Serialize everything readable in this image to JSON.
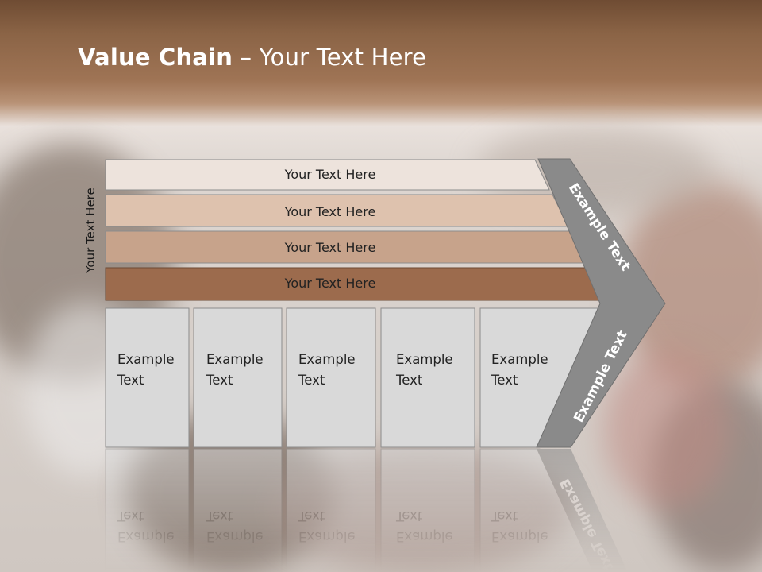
{
  "title": {
    "bold": "Value Chain",
    "rest": " – Your Text Here"
  },
  "side_label": "Your Text Here",
  "bands": [
    {
      "label": "Your Text Here",
      "fill": "#ede3dc"
    },
    {
      "label": "Your Text Here",
      "fill": "#dec2ae"
    },
    {
      "label": "Your Text Here",
      "fill": "#c7a38b"
    },
    {
      "label": "Your Text Here",
      "fill": "#9c6b4d"
    }
  ],
  "columns": [
    {
      "line1": "Example",
      "line2": "Text"
    },
    {
      "line1": "Example",
      "line2": "Text"
    },
    {
      "line1": "Example",
      "line2": "Text"
    },
    {
      "line1": "Example",
      "line2": "Text"
    },
    {
      "line1": "Example",
      "line2": "Text"
    }
  ],
  "chevron": {
    "upper": "Example Text",
    "lower": "Example Text",
    "fill": "#8a8a8a"
  },
  "colors": {
    "column_fill": "#d9d9d9",
    "column_border": "#8c8c8c",
    "title": "#ffffff"
  }
}
